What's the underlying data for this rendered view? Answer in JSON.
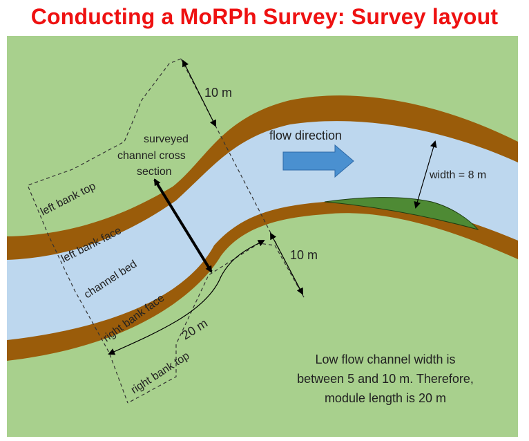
{
  "title": "Conducting a MoRPh Survey: Survey layout",
  "colors": {
    "title": "#ee1111",
    "grass": "#a8d08d",
    "bank": "#9a5c0a",
    "water": "#bdd7ee",
    "arrow": "#4a90d0",
    "bar": "#4e8a34"
  },
  "labels": {
    "top_10m": "10 m",
    "right_10m": "10 m",
    "length_20m": "20 m",
    "flow_direction": "flow direction",
    "width": "width = 8 m",
    "cross_section_1": "surveyed",
    "cross_section_2": "channel cross",
    "cross_section_3": "section",
    "left_bank_top": "left bank top",
    "left_bank_face": "left bank face",
    "channel_bed": "channel bed",
    "right_bank_face": "right bank face",
    "right_bank_top": "right bank top"
  },
  "note": {
    "line1": "Low flow channel width is",
    "line2": "between 5 and 10 m. Therefore,",
    "line3": "module length is 20 m"
  }
}
